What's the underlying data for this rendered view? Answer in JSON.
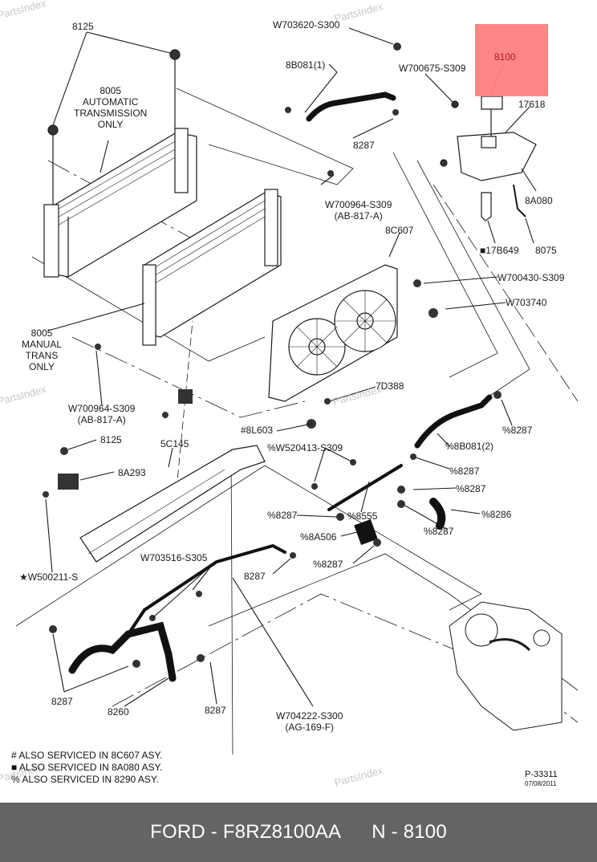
{
  "diagram": {
    "title": "Ford cooling system exploded view",
    "highlight": {
      "part": "8100",
      "color": "#ff7f7f"
    },
    "watermark": "PartsIndex",
    "labels": {
      "p8125_top": "8125",
      "p8005_auto": [
        "8005",
        "AUTOMATIC",
        "TRANSMISSION",
        "ONLY"
      ],
      "w703620": "W703620-S300",
      "b8081_1": "8B081(1)",
      "w700675": "W700675-S309",
      "p8100": "8100",
      "p17618": "17618",
      "p8287_top": "8287",
      "w700964_top": [
        "W700964-S309",
        "(AB-817-A)"
      ],
      "p8a080": "8A080",
      "p8c607": "8C607",
      "p17b649": "■17B649",
      "p8075": "8075",
      "w700430": "W700430-S309",
      "w703740": "W703740",
      "p8005_manual": [
        "8005",
        "MANUAL",
        "TRANS",
        "ONLY"
      ],
      "p7d388": "7D388",
      "w700964_left": [
        "W700964-S309",
        "(AB-817-A)"
      ],
      "p8l603": "#8L603",
      "p8287_pct_right1": "%8287",
      "p8125_left": "8125",
      "p5c145": "5C145",
      "w520413": "%W520413-S309",
      "b8081_2": "%8B081(2)",
      "p8a293": "8A293",
      "p8287_pct_a": "%8287",
      "p8287_pct_b": "%8287",
      "p8287_pct_c": "%8287",
      "p8555": "%8555",
      "p8286": "%8286",
      "p8287_pct_d": "%8287",
      "p8a506": "%8A506",
      "p8287_pct_e": "%8287",
      "w500211": "★W500211-S",
      "w703516": "W703516-S305",
      "p8287_mid": "8287",
      "p8287_bl": "8287",
      "p8260": "8260",
      "p8287_bm": "8287",
      "w704222": [
        "W704222-S300",
        "(AG-169-F)"
      ]
    },
    "legend": [
      "# ALSO SERVICED IN 8C607 ASY.",
      "■ ALSO SERVICED IN 8A080 ASY.",
      "% ALSO SERVICED IN 8290 ASY."
    ],
    "reference": {
      "code": "P-33311",
      "date": "07/08/2011"
    }
  },
  "footer": {
    "brand_part": "FORD - F8RZ8100AA",
    "part_number": "N - 8100"
  }
}
